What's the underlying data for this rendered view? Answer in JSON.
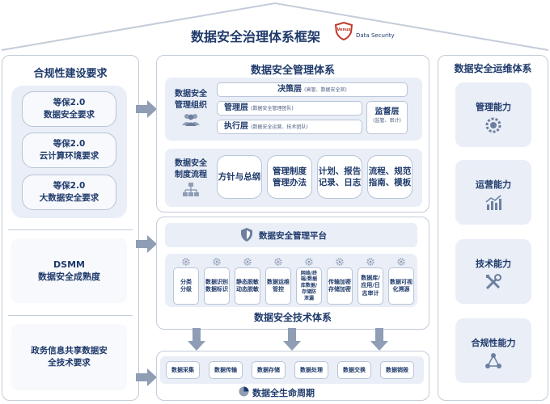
{
  "header": {
    "title": "数据安全治理体系框架",
    "logo_text": "Venus",
    "logo_caption": "Data Security"
  },
  "left": {
    "title": "合规性建设要求",
    "group1": [
      {
        "line1": "等保2.0",
        "line2": "数据安全要求"
      },
      {
        "line1": "等保2.0",
        "line2": "云计算环境要求"
      },
      {
        "line1": "等保2.0",
        "line2": "大数据安全要求"
      }
    ],
    "dsmm": {
      "line1": "DSMM",
      "line2": "数据安全成熟度"
    },
    "gov": {
      "line1": "政务信息共享数据安",
      "line2": "全技术要求"
    }
  },
  "mgmt": {
    "title": "数据安全管理体系",
    "org": {
      "label1": "数据安全",
      "label2": "管理组织",
      "decision": {
        "name": "决策层",
        "note": "(高管、数据安全官)"
      },
      "manage": {
        "name": "管理层",
        "note": "(数据安全管理团队)"
      },
      "execute": {
        "name": "执行层",
        "note": "(数据安全运营、技术团队)"
      },
      "supervise": {
        "name": "监督层",
        "note": "(监管、审计)"
      }
    },
    "process": {
      "label1": "数据安全",
      "label2": "制度流程",
      "items": [
        "方针与总纲",
        "管理制度\n管理办法",
        "计划、报告\n记录、日志",
        "流程、规范\n指南、模板"
      ]
    }
  },
  "tech": {
    "platform": "数据安全管理平台",
    "tools": [
      "分类\n分级",
      "数据识别\n数据标识",
      "静态脱敏\n动态脱敏",
      "数据运维\n管控",
      "网络/终\n端/数据\n库数据/\n存储防\n泄漏",
      "传输加密\n存储加密",
      "数据库/\n应用/日\n志审计",
      "数据可视\n化溯源"
    ],
    "title": "数据安全技术体系"
  },
  "lifecycle": {
    "stages": [
      "数据采集",
      "数据传输",
      "数据存储",
      "数据处理",
      "数据交换",
      "数据销毁"
    ],
    "title": "数据全生命周期"
  },
  "ops": {
    "title": "数据安全运维体系",
    "items": [
      {
        "label": "管理能力",
        "icon": "gear-icon"
      },
      {
        "label": "运营能力",
        "icon": "bar-chart-icon"
      },
      {
        "label": "技术能力",
        "icon": "tools-icon"
      },
      {
        "label": "合规性能力",
        "icon": "network-icon"
      }
    ]
  },
  "colors": {
    "primary": "#1f3a6b",
    "border": "#c3ccd9",
    "soft": "#e9eef7",
    "arrow": "#8f9db5",
    "accent_red": "#c0392b"
  }
}
